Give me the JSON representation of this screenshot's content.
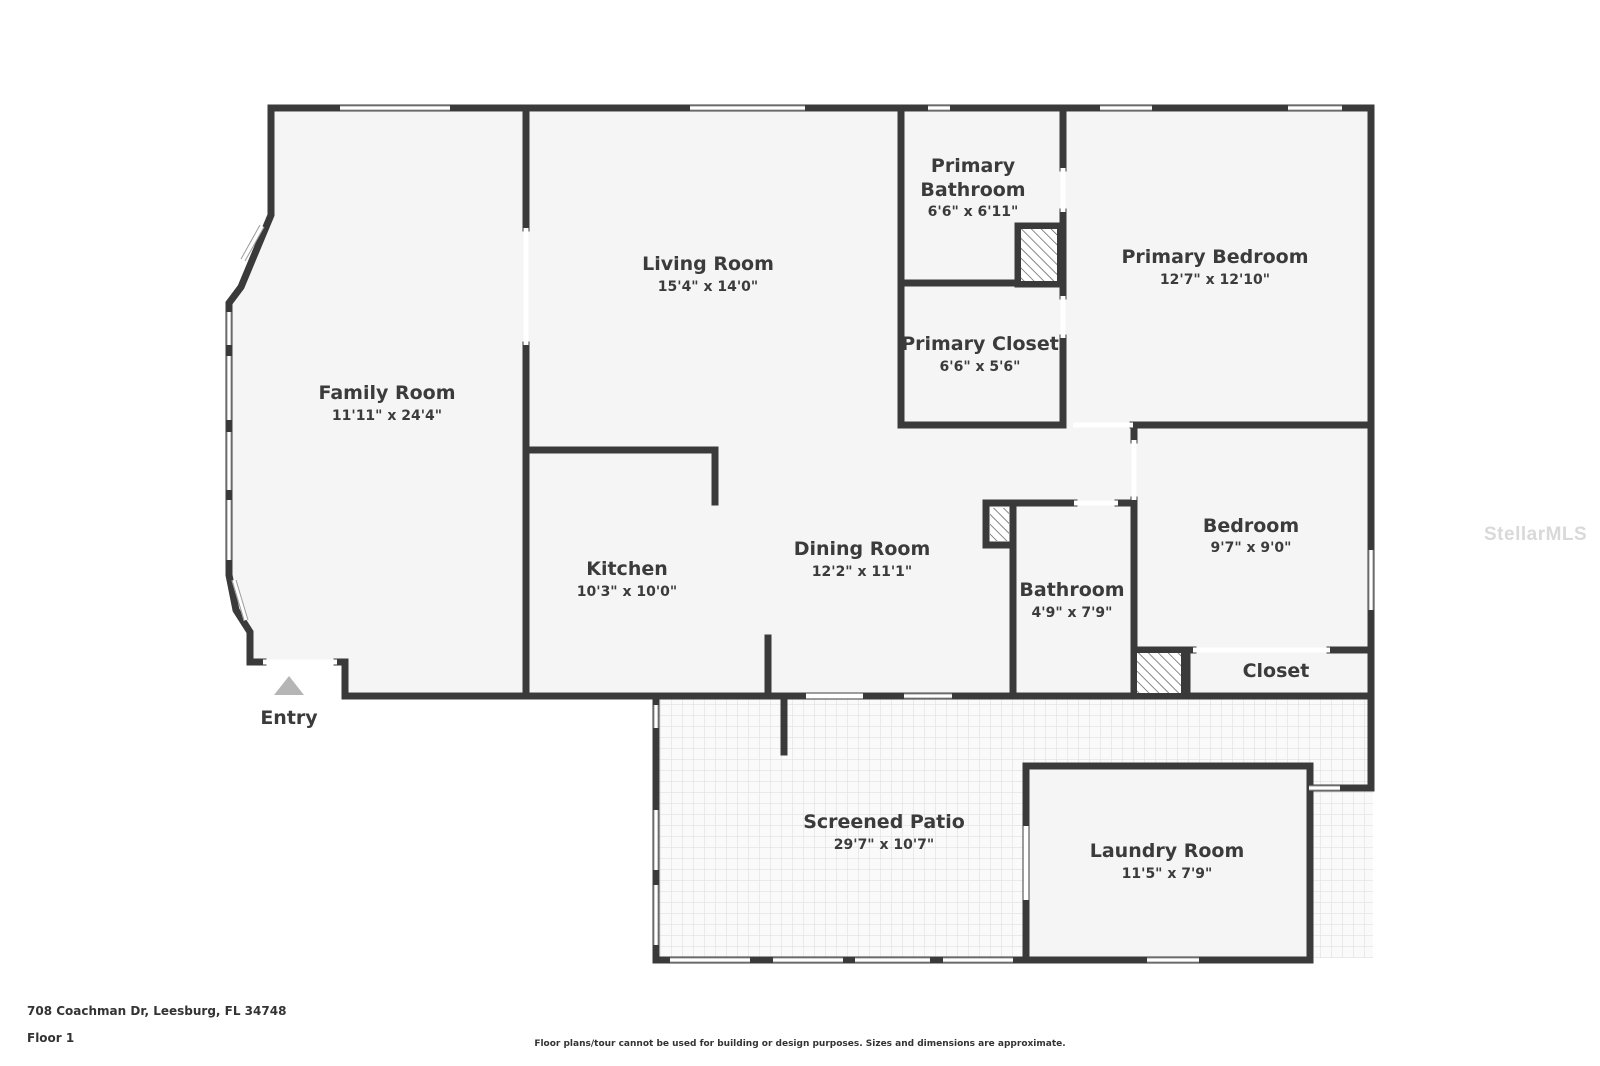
{
  "rooms": {
    "family_room": {
      "name": "Family Room",
      "dims": "11'11\" x 24'4\""
    },
    "living_room": {
      "name": "Living Room",
      "dims": "15'4\" x 14'0\""
    },
    "primary_bathroom": {
      "name_line1": "Primary",
      "name_line2": "Bathroom",
      "dims": "6'6\" x 6'11\""
    },
    "primary_bedroom": {
      "name": "Primary Bedroom",
      "dims": "12'7\" x 12'10\""
    },
    "primary_closet": {
      "name": "Primary Closet",
      "dims": "6'6\" x 5'6\""
    },
    "bedroom": {
      "name": "Bedroom",
      "dims": "9'7\" x 9'0\""
    },
    "kitchen": {
      "name": "Kitchen",
      "dims": "10'3\" x 10'0\""
    },
    "dining_room": {
      "name": "Dining Room",
      "dims": "12'2\" x 11'1\""
    },
    "bathroom": {
      "name": "Bathroom",
      "dims": "4'9\" x 7'9\""
    },
    "closet": {
      "name": "Closet"
    },
    "screened_patio": {
      "name": "Screened Patio",
      "dims": "29'7\" x 10'7\""
    },
    "laundry_room": {
      "name": "Laundry Room",
      "dims": "11'5\" x 7'9\""
    }
  },
  "entry_label": "Entry",
  "footer": {
    "address": "708 Coachman Dr, Leesburg, FL 34748",
    "floor": "Floor 1",
    "disclaimer": "Floor plans/tour cannot be used for building or design purposes. Sizes and dimensions are approximate."
  },
  "watermark": "StellarMLS",
  "colors": {
    "wall": "#3a3a3a",
    "floor": "#f5f5f5",
    "patio_tile": "#e2e2e2",
    "entry_marker": "#b5b5b5"
  }
}
